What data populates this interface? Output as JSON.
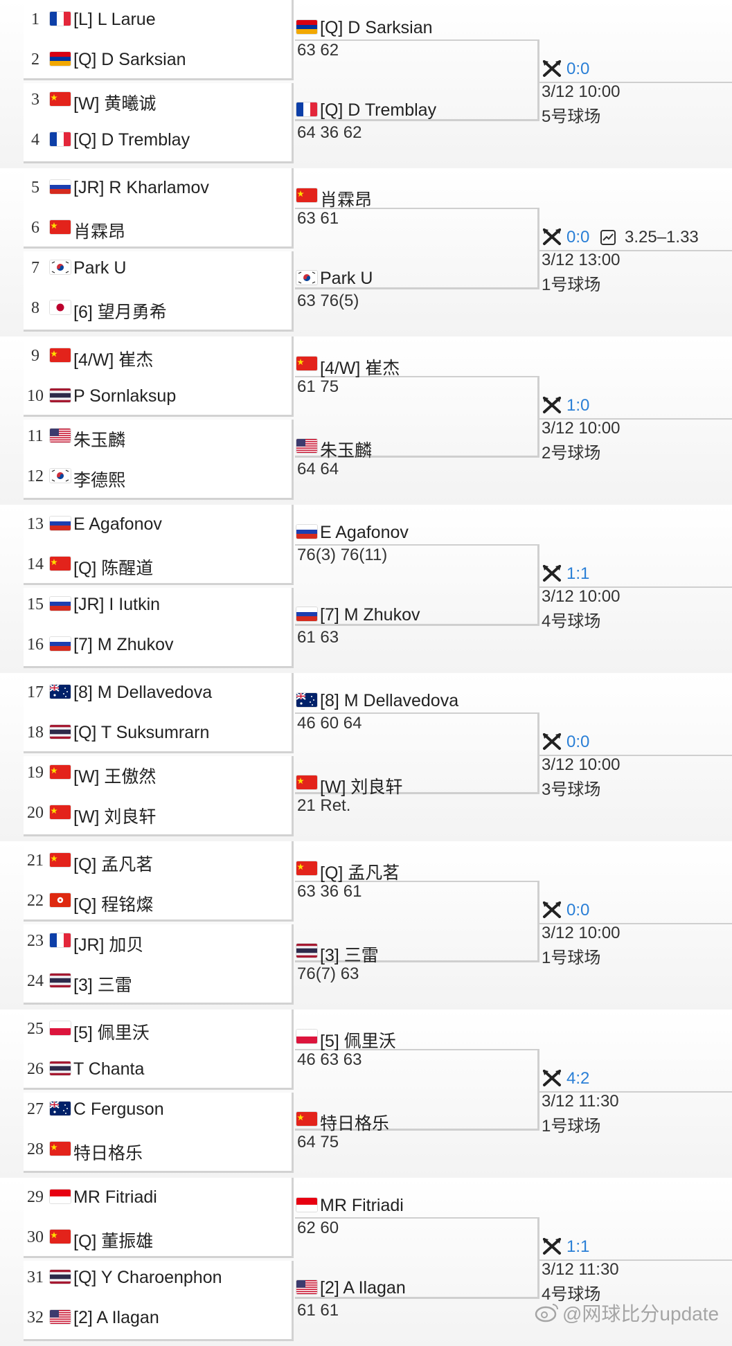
{
  "matches": [
    {
      "players": [
        {
          "seed": "1",
          "flag": "fr",
          "name": "[L] L Larue"
        },
        {
          "seed": "2",
          "flag": "am",
          "name": "[Q] D Sarksian"
        },
        {
          "seed": "3",
          "flag": "cn",
          "name": "[W] 黄曦诚"
        },
        {
          "seed": "4",
          "flag": "fr",
          "name": "[Q] D Tremblay"
        }
      ],
      "winners": [
        {
          "flag": "am",
          "name": "[Q] D Sarksian",
          "score": "63 62"
        },
        {
          "flag": "fr",
          "name": "[Q] D Tremblay",
          "score": "64 36 62"
        }
      ],
      "h2h": "0:0",
      "odds": "",
      "time": "3/12 10:00",
      "court": "5号球场"
    },
    {
      "players": [
        {
          "seed": "5",
          "flag": "ru",
          "name": "[JR] R Kharlamov"
        },
        {
          "seed": "6",
          "flag": "cn",
          "name": "肖霖昂"
        },
        {
          "seed": "7",
          "flag": "kr",
          "name": "Park U"
        },
        {
          "seed": "8",
          "flag": "jp",
          "name": "[6] 望月勇希"
        }
      ],
      "winners": [
        {
          "flag": "cn",
          "name": "肖霖昂",
          "score": "63 61"
        },
        {
          "flag": "kr",
          "name": "Park U",
          "score": "63 76(5)"
        }
      ],
      "h2h": "0:0",
      "odds": "3.25–1.33",
      "time": "3/12 13:00",
      "court": "1号球场"
    },
    {
      "players": [
        {
          "seed": "9",
          "flag": "cn",
          "name": "[4/W] 崔杰"
        },
        {
          "seed": "10",
          "flag": "th",
          "name": "P Sornlaksup"
        },
        {
          "seed": "11",
          "flag": "us",
          "name": "朱玉麟"
        },
        {
          "seed": "12",
          "flag": "kr",
          "name": "李德熙"
        }
      ],
      "winners": [
        {
          "flag": "cn",
          "name": "[4/W] 崔杰",
          "score": "61 75"
        },
        {
          "flag": "us",
          "name": "朱玉麟",
          "score": "64 64"
        }
      ],
      "h2h": "1:0",
      "odds": "",
      "time": "3/12 10:00",
      "court": "2号球场"
    },
    {
      "players": [
        {
          "seed": "13",
          "flag": "ru",
          "name": "E Agafonov"
        },
        {
          "seed": "14",
          "flag": "cn",
          "name": "[Q] 陈醒道"
        },
        {
          "seed": "15",
          "flag": "ru",
          "name": "[JR] I Iutkin"
        },
        {
          "seed": "16",
          "flag": "ru",
          "name": "[7] M Zhukov"
        }
      ],
      "winners": [
        {
          "flag": "ru",
          "name": "E Agafonov",
          "score": "76(3) 76(11)"
        },
        {
          "flag": "ru",
          "name": "[7] M Zhukov",
          "score": "61 63"
        }
      ],
      "h2h": "1:1",
      "odds": "",
      "time": "3/12 10:00",
      "court": "4号球场"
    },
    {
      "players": [
        {
          "seed": "17",
          "flag": "au",
          "name": "[8] M Dellavedova"
        },
        {
          "seed": "18",
          "flag": "th",
          "name": "[Q] T Suksumrarn"
        },
        {
          "seed": "19",
          "flag": "cn",
          "name": "[W] 王傲然"
        },
        {
          "seed": "20",
          "flag": "cn",
          "name": "[W] 刘良轩"
        }
      ],
      "winners": [
        {
          "flag": "au",
          "name": "[8] M Dellavedova",
          "score": "46 60 64"
        },
        {
          "flag": "cn",
          "name": "[W] 刘良轩",
          "score": "21 Ret."
        }
      ],
      "h2h": "0:0",
      "odds": "",
      "time": "3/12 10:00",
      "court": "3号球场"
    },
    {
      "players": [
        {
          "seed": "21",
          "flag": "cn",
          "name": "[Q] 孟凡茗"
        },
        {
          "seed": "22",
          "flag": "hk",
          "name": "[Q] 程铭燦"
        },
        {
          "seed": "23",
          "flag": "fr",
          "name": "[JR] 加贝"
        },
        {
          "seed": "24",
          "flag": "th",
          "name": "[3] 三雷"
        }
      ],
      "winners": [
        {
          "flag": "cn",
          "name": "[Q] 孟凡茗",
          "score": "63 36 61"
        },
        {
          "flag": "th",
          "name": "[3] 三雷",
          "score": "76(7) 63"
        }
      ],
      "h2h": "0:0",
      "odds": "",
      "time": "3/12 10:00",
      "court": "1号球场"
    },
    {
      "players": [
        {
          "seed": "25",
          "flag": "pl",
          "name": "[5] 佩里沃"
        },
        {
          "seed": "26",
          "flag": "th",
          "name": "T Chanta"
        },
        {
          "seed": "27",
          "flag": "au",
          "name": "C Ferguson"
        },
        {
          "seed": "28",
          "flag": "cn",
          "name": "特日格乐"
        }
      ],
      "winners": [
        {
          "flag": "pl",
          "name": "[5] 佩里沃",
          "score": "46 63 63"
        },
        {
          "flag": "cn",
          "name": "特日格乐",
          "score": "64 75"
        }
      ],
      "h2h": "4:2",
      "odds": "",
      "time": "3/12 11:30",
      "court": "1号球场"
    },
    {
      "players": [
        {
          "seed": "29",
          "flag": "id",
          "name": "MR Fitriadi"
        },
        {
          "seed": "30",
          "flag": "cn",
          "name": "[Q] 董振雄"
        },
        {
          "seed": "31",
          "flag": "th",
          "name": "[Q] Y Charoenphon"
        },
        {
          "seed": "32",
          "flag": "us",
          "name": "[2] A Ilagan"
        }
      ],
      "winners": [
        {
          "flag": "id",
          "name": "MR Fitriadi",
          "score": "62 60"
        },
        {
          "flag": "us",
          "name": "[2] A Ilagan",
          "score": "61 61"
        }
      ],
      "h2h": "1:1",
      "odds": "",
      "time": "3/12 11:30",
      "court": "4号球场"
    }
  ],
  "watermark": "@网球比分update",
  "colors": {
    "link": "#2a7fd6",
    "border": "#cfcfcf",
    "section_bg": "#f3f3f3"
  }
}
